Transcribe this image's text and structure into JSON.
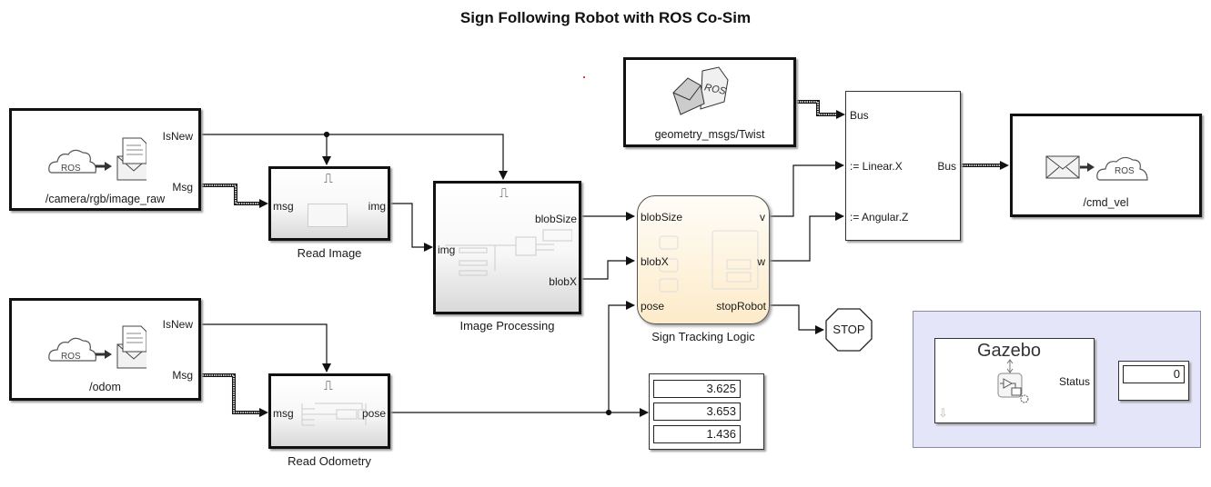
{
  "title": "Sign Following Robot with ROS Co-Sim",
  "blocks": {
    "camera_sub": {
      "topic": "/camera/rgb/image_raw",
      "ports": {
        "isnew": "IsNew",
        "msg": "Msg"
      },
      "cloud_text": "ROS"
    },
    "odom_sub": {
      "topic": "/odom",
      "ports": {
        "isnew": "IsNew",
        "msg": "Msg"
      },
      "cloud_text": "ROS"
    },
    "read_image": {
      "name": "Read Image",
      "in_port": "msg",
      "out_port": "img"
    },
    "read_odometry": {
      "name": "Read Odometry",
      "in_port": "msg",
      "out_port": "pose"
    },
    "image_processing": {
      "name": "Image Processing",
      "in_port": "img",
      "out_ports": [
        "blobSize",
        "blobX"
      ]
    },
    "sign_tracking": {
      "name": "Sign Tracking Logic",
      "in_ports": [
        "blobSize",
        "blobX",
        "pose"
      ],
      "out_ports": [
        "v",
        "w",
        "stopRobot"
      ]
    },
    "blank_msg": {
      "name": "geometry_msgs/Twist",
      "doc_text": "ROS"
    },
    "bus_assign": {
      "in_ports": [
        "Bus",
        ":= Linear.X",
        ":= Angular.Z"
      ],
      "out_port": "Bus"
    },
    "cmd_vel_pub": {
      "topic": "/cmd_vel",
      "cloud_text": "ROS"
    },
    "stop": {
      "label": "STOP"
    },
    "pose_display": {
      "values": [
        "3.625",
        "3.653",
        "1.436"
      ]
    },
    "gazebo": {
      "title": "Gazebo",
      "out_port": "Status"
    },
    "status_display": {
      "value": "0"
    }
  },
  "colors": {
    "chart_fill": "#fdebc9",
    "area_fill": "#e5e5fa",
    "line": "#111111"
  }
}
